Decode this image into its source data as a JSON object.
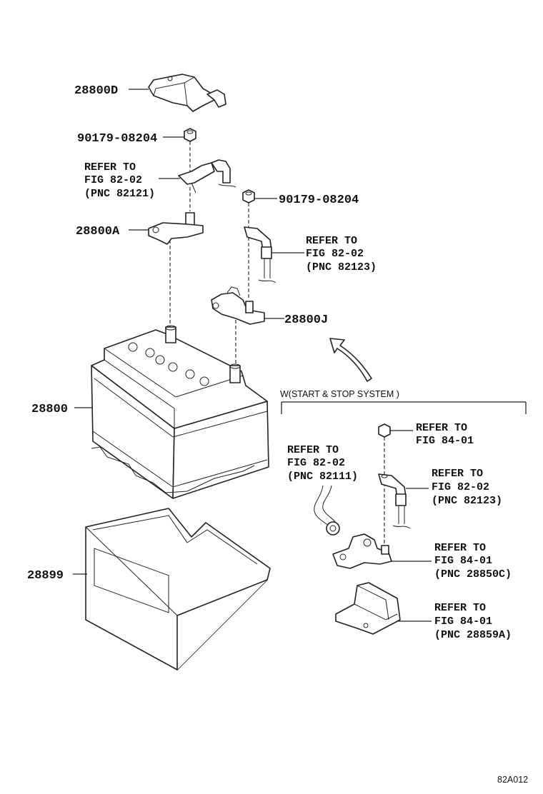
{
  "parts": {
    "cover": "28800D",
    "nut_top": "90179-08204",
    "nut_right": "90179-08204",
    "terminal_pos": "28800A",
    "terminal_neg": "28800J",
    "battery": "28800",
    "tray": "28899"
  },
  "refs": {
    "ref1": {
      "l1": "REFER TO",
      "l2": "FIG 82-02",
      "l3": "(PNC 82121)"
    },
    "ref2": {
      "l1": "REFER TO",
      "l2": "FIG 82-02",
      "l3": "(PNC 82123)"
    },
    "ref3": {
      "l1": "REFER TO",
      "l2": "FIG 84-01"
    },
    "ref4": {
      "l1": "REFER TO",
      "l2": "FIG 82-02",
      "l3": "(PNC 82111)"
    },
    "ref5": {
      "l1": "REFER TO",
      "l2": "FIG 82-02",
      "l3": "(PNC 82123)"
    },
    "ref6": {
      "l1": "REFER TO",
      "l2": "FIG 84-01",
      "l3": "(PNC 28850C)"
    },
    "ref7": {
      "l1": "REFER TO",
      "l2": "FIG 84-01",
      "l3": "(PNC 28859A)"
    }
  },
  "inset_label": "W(START & STOP SYSTEM )",
  "figure_id": "82A012"
}
